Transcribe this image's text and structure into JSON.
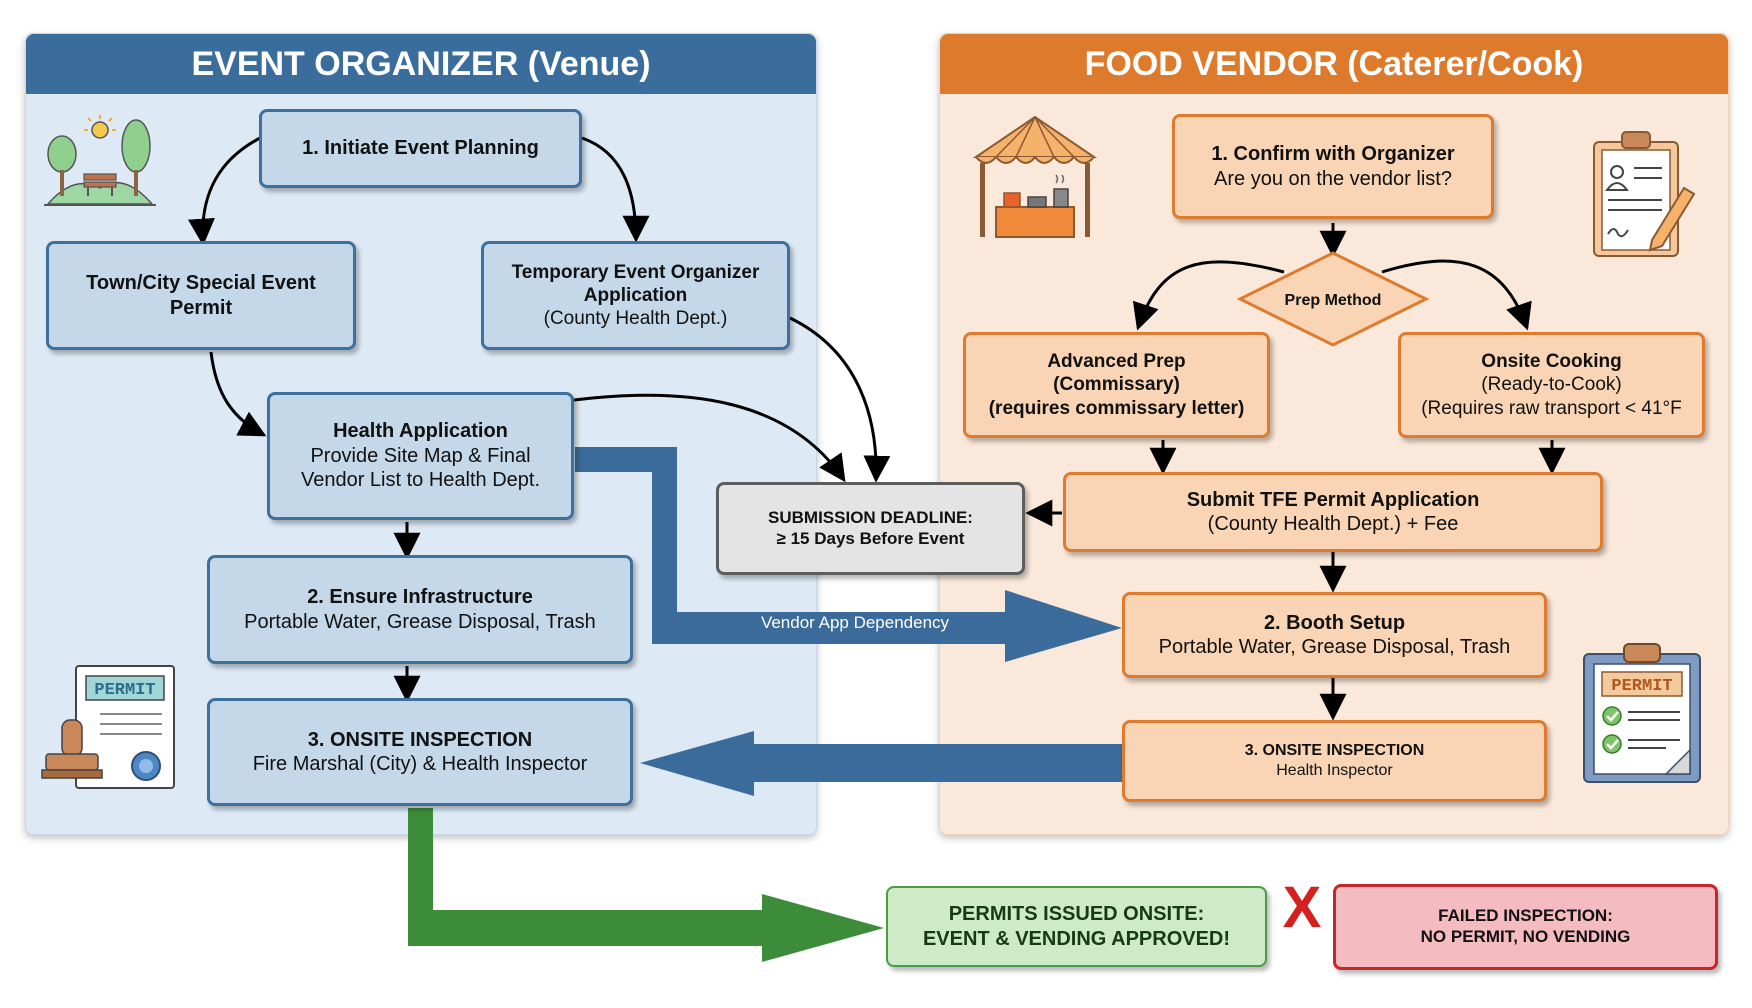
{
  "lanes": {
    "organizer": {
      "title": "EVENT ORGANIZER (Venue)"
    },
    "vendor": {
      "title": "FOOD VENDOR (Caterer/Cook)"
    }
  },
  "organizer_steps": {
    "initiate": {
      "title": "1. Initiate Event Planning"
    },
    "special_permit": {
      "title": "Town/City Special Event Permit"
    },
    "temp_org_app": {
      "title": "Temporary Event Organizer Application",
      "subtitle": "(County Health Dept.)"
    },
    "health_app": {
      "title": "Health Application",
      "line1": "Provide Site Map & Final",
      "line2": "Vendor List to Health Dept."
    },
    "infrastructure": {
      "title": "2. Ensure Infrastructure",
      "subtitle": "Portable Water, Grease Disposal, Trash"
    },
    "inspection": {
      "title": "3. ONSITE INSPECTION",
      "subtitle": "Fire Marshal (City) & Health Inspector"
    }
  },
  "vendor_steps": {
    "confirm": {
      "title": "1. Confirm with Organizer",
      "subtitle": "Are you on the vendor list?"
    },
    "prep_method": {
      "label": "Prep Method"
    },
    "advanced_prep": {
      "line1": "Advanced Prep",
      "line2": "(Commissary)",
      "line3": "(requires commissary letter)"
    },
    "onsite_cooking": {
      "title": "Onsite Cooking",
      "line1": "(Ready-to-Cook)",
      "line2": "(Requires raw transport < 41°F"
    },
    "submit_tfe": {
      "title": "Submit TFE Permit Application",
      "subtitle": "(County Health Dept.) + Fee"
    },
    "booth_setup": {
      "title": "2. Booth Setup",
      "subtitle": "Portable Water, Grease Disposal, Trash"
    },
    "inspection": {
      "title": "3. ONSITE INSPECTION",
      "subtitle": "Health Inspector"
    }
  },
  "deadline": {
    "line1": "SUBMISSION DEADLINE:",
    "line2": "≥ 15 Days Before Event"
  },
  "dependency_label": "Vendor App Dependency",
  "outcomes": {
    "approved": {
      "line1": "PERMITS ISSUED ONSITE:",
      "line2": "EVENT & VENDING APPROVED!"
    },
    "separator": "X",
    "failed": {
      "line1": "FAILED INSPECTION:",
      "line2": "NO PERMIT, NO VENDING"
    }
  },
  "icons": {
    "park": "park-icon",
    "permit_stamp": "permit-stamp-icon",
    "booth": "vendor-booth-icon",
    "clipboard": "clipboard-form-icon",
    "permit_clipboard": "permit-checklist-icon"
  },
  "icon_text": {
    "permit": "PERMIT"
  },
  "colors": {
    "organizer_blue": "#3a6d9b",
    "vendor_orange": "#de7a2c",
    "approved_green": "#3d8c3a",
    "failed_red": "#c6262c"
  }
}
